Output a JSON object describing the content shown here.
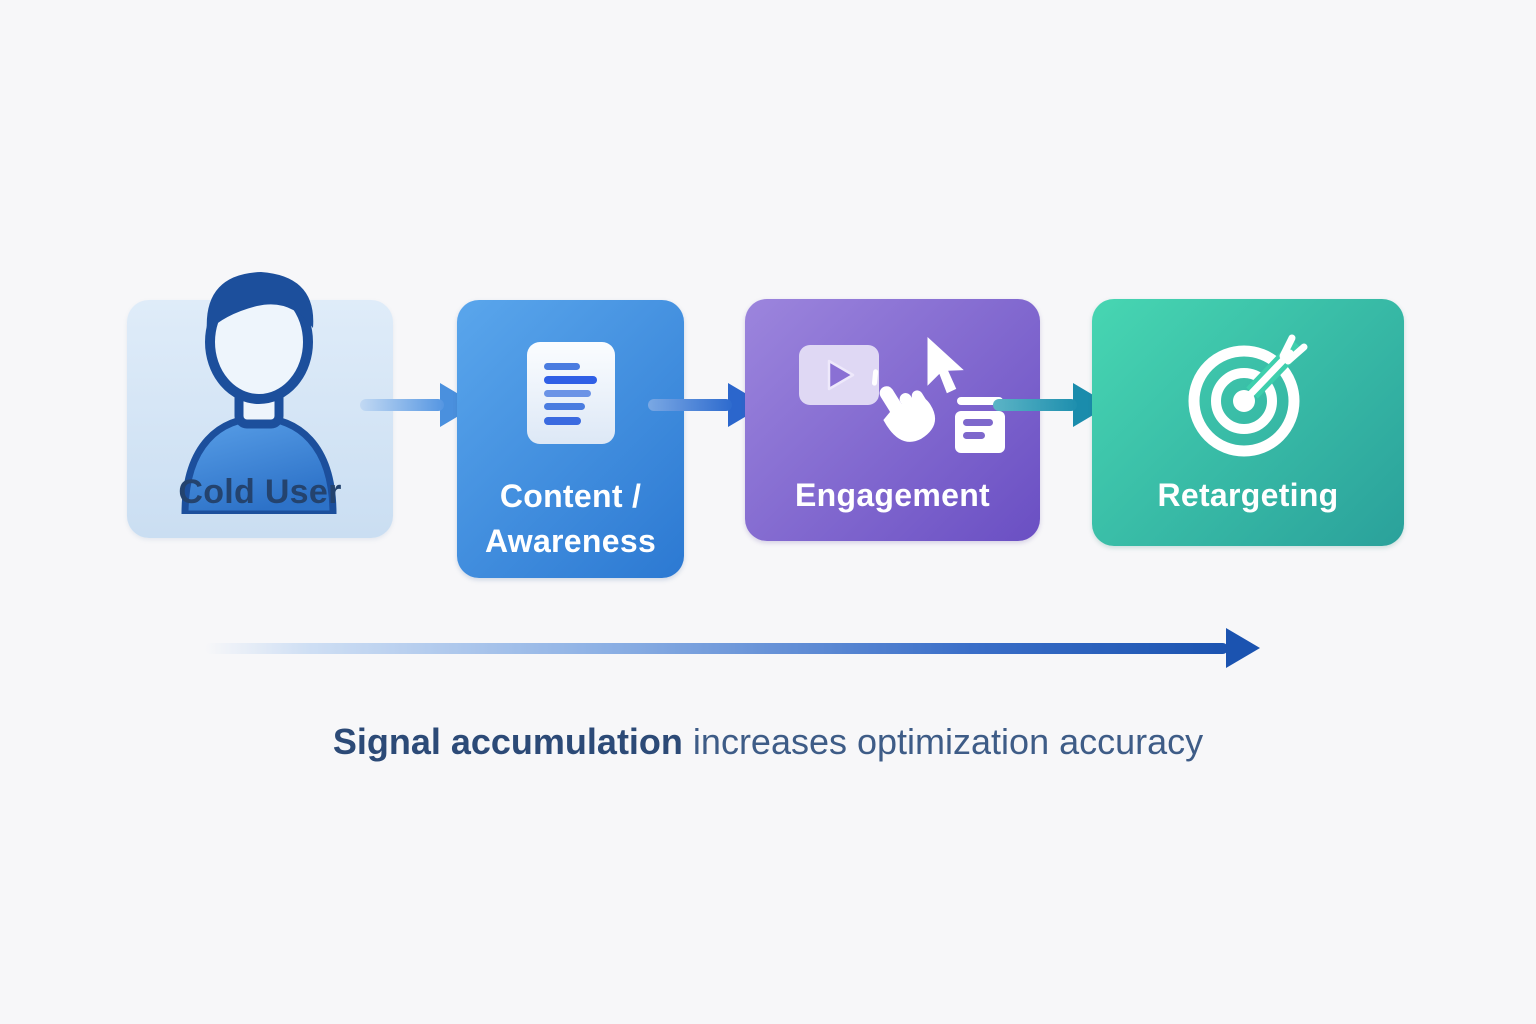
{
  "diagram": {
    "title_hidden": "",
    "background_color": "#f7f7f9",
    "stages": [
      {
        "label": "Cold User",
        "icon": "user-icon",
        "card_gradient_from": "#dfecf9",
        "card_gradient_to": "#cadef2",
        "label_color": "#24436e"
      },
      {
        "label_line1": "Content /",
        "label_line2": "Awareness",
        "icon": "document-icon",
        "card_gradient_from": "#5aa6ec",
        "card_gradient_to": "#2c79d2",
        "label_color": "#ffffff"
      },
      {
        "label": "Engagement",
        "icons": [
          "video-play-icon",
          "cursor-arrow-icon",
          "tap-hand-icon",
          "article-icon"
        ],
        "card_gradient_from": "#9c85dd",
        "card_gradient_to": "#6a4fc3",
        "label_color": "#ffffff"
      },
      {
        "label": "Retargeting",
        "icon": "target-icon",
        "card_gradient_from": "#47d6b2",
        "card_gradient_to": "#2aa19b",
        "label_color": "#ffffff"
      }
    ],
    "connectors": [
      {
        "from": "Cold User",
        "to": "Content / Awareness",
        "color": "#4a90de"
      },
      {
        "from": "Content / Awareness",
        "to": "Engagement",
        "color": "#2b66cc"
      },
      {
        "from": "Engagement",
        "to": "Retargeting",
        "color": "#1a8cac"
      }
    ],
    "timeline_arrow": {
      "color_start": "#cfdff4",
      "color_end": "#1b53b0"
    },
    "caption": {
      "bold_text": "Signal accumulation",
      "regular_text": " increases optimization accuracy",
      "bold_color": "#2c4a77",
      "regular_color": "#3e5c87"
    }
  }
}
